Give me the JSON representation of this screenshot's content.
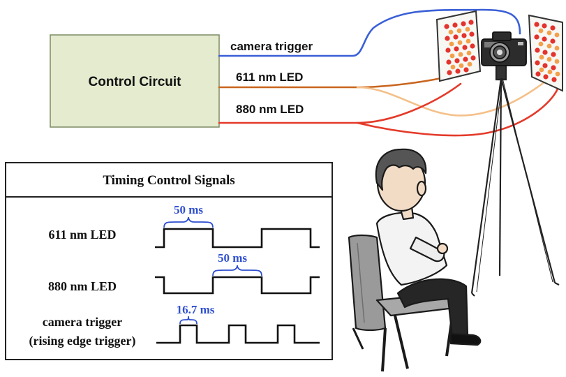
{
  "control_box": {
    "label": "Control Circuit",
    "fill": "#e4ebcf",
    "stroke": "#7d8a63"
  },
  "signals": {
    "camera": {
      "label": "camera trigger",
      "color": "#3a5fd6"
    },
    "led611": {
      "label": "611 nm LED",
      "color": "#c8651e",
      "light_color": "#f4c089"
    },
    "led880": {
      "label": "880 nm LED",
      "color": "#e43a2a"
    }
  },
  "timing_panel": {
    "title": "Timing Control Signals",
    "rows": [
      {
        "label": "611 nm LED"
      },
      {
        "label": "880 nm LED"
      },
      {
        "label": "camera trigger",
        "sublabel": "(rising edge trigger)"
      }
    ],
    "annotations": [
      {
        "text": "50 ms"
      },
      {
        "text": "50 ms"
      },
      {
        "text": "16.7 ms"
      }
    ],
    "annotation_color": "#2f4fd0"
  },
  "icons": {
    "camera": "camera-icon",
    "tripod": "tripod-icon",
    "led_panel": "led-panel-icon",
    "person": "seated-person-illustration",
    "chair": "chair-icon"
  }
}
